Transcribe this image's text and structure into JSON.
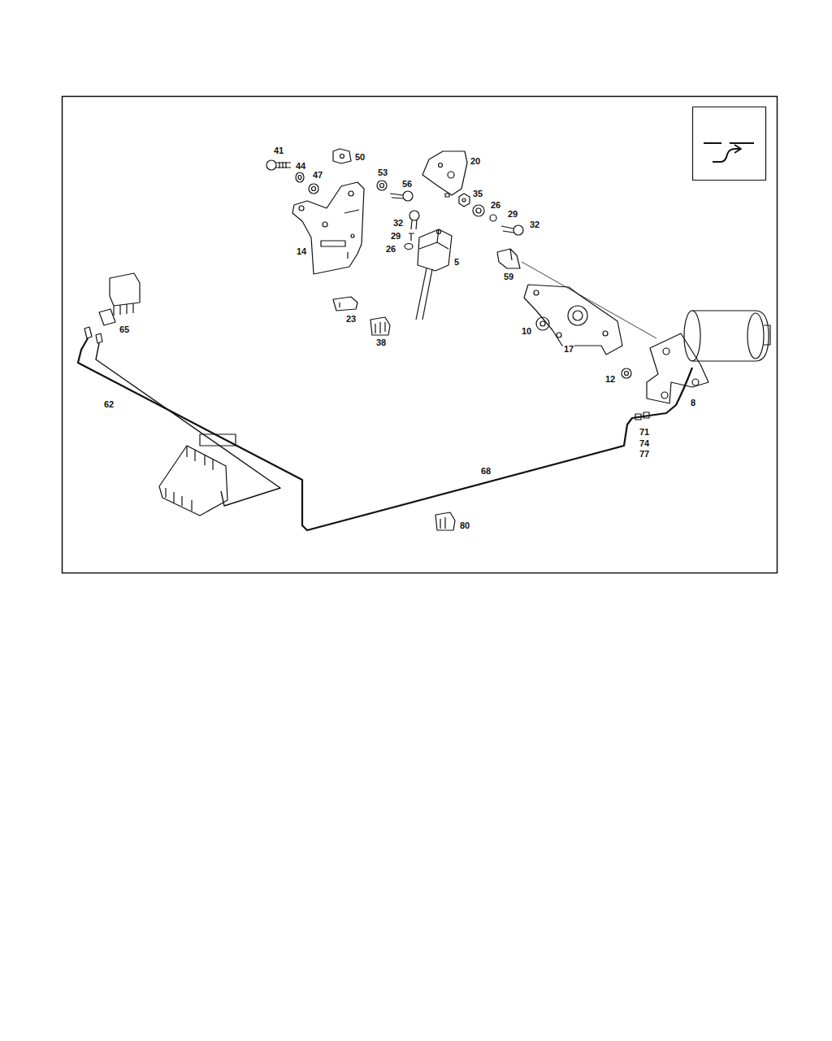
{
  "diagram": {
    "labels": [
      "41",
      "50",
      "20",
      "44",
      "47",
      "53",
      "56",
      "35",
      "26",
      "29",
      "32",
      "32",
      "29",
      "26",
      "14",
      "5",
      "59",
      "65",
      "23",
      "38",
      "10",
      "17",
      "12",
      "8",
      "62",
      "71",
      "74",
      "77",
      "68",
      "80"
    ]
  }
}
